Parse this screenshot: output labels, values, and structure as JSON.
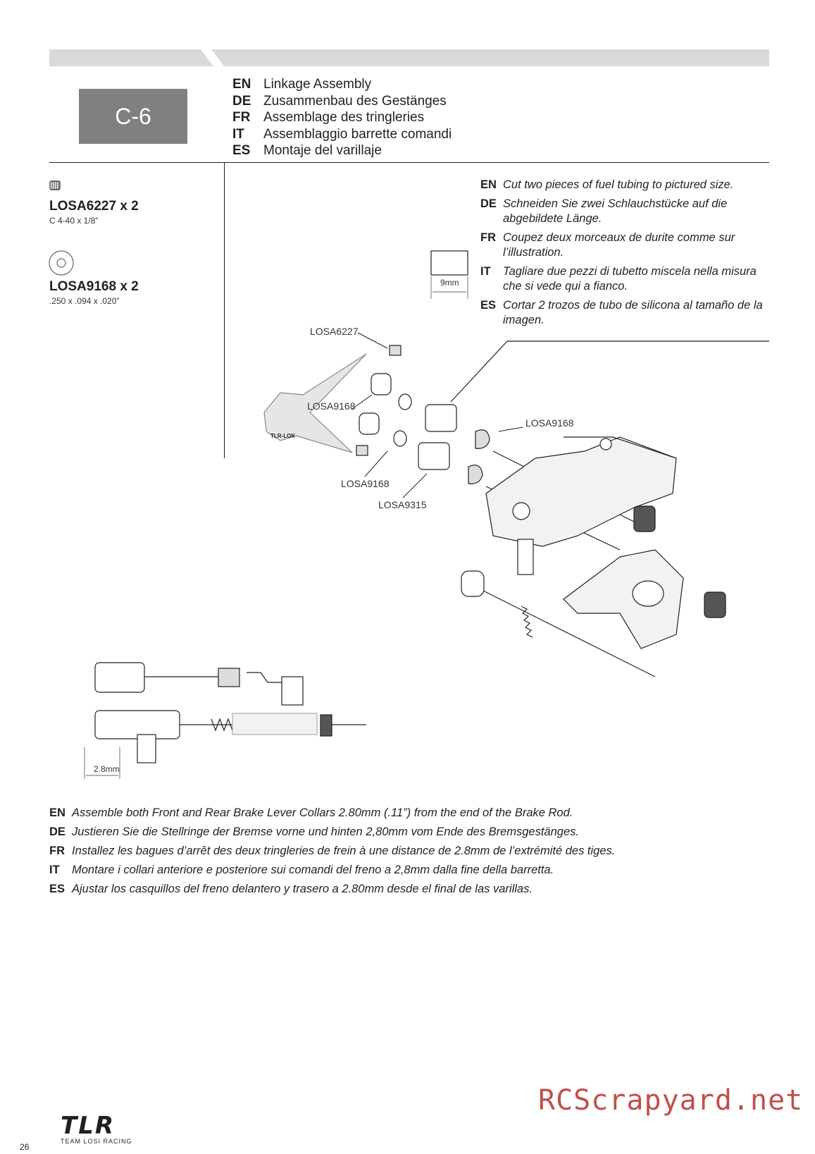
{
  "step": {
    "label": "C-6"
  },
  "titles": [
    {
      "code": "EN",
      "text": "Linkage Assembly"
    },
    {
      "code": "DE",
      "text": "Zusammenbau des Gestänges"
    },
    {
      "code": "FR",
      "text": "Assemblage des tringleries"
    },
    {
      "code": "IT",
      "text": "Assemblaggio barrette comandi"
    },
    {
      "code": "ES",
      "text": "Montaje del varillaje"
    }
  ],
  "parts": [
    {
      "name": "LOSA6227 x 2",
      "spec": "C 4-40 x 1/8”",
      "icon": "set-screw-icon"
    },
    {
      "name": "LOSA9168 x 2",
      "spec": ".250 x .094 x .020”",
      "icon": "washer-icon"
    }
  ],
  "cut_instructions": [
    {
      "code": "EN",
      "text": "Cut two pieces of fuel tubing to pictured size."
    },
    {
      "code": "DE",
      "text": "Schneiden Sie zwei Schlauchstücke auf die abgebildete Länge."
    },
    {
      "code": "FR",
      "text": "Coupez deux morceaux de durite comme sur l’illustration."
    },
    {
      "code": "IT",
      "text": "Tagliare due pezzi di tubetto miscela nella misura che si vede qui a fianco."
    },
    {
      "code": "ES",
      "text": "Cortar 2 trozos de tubo de silicona al tamaño de la imagen."
    }
  ],
  "diagram": {
    "tube_size": "9mm",
    "callouts": {
      "top_screw": "LOSA6227",
      "left_washer_1": "LOSA9168",
      "right_washer": "LOSA9168",
      "left_washer_2": "LOSA9168",
      "tubing": "LOSA9315"
    },
    "tlr_lok": "TLR-LOK",
    "detail_dimension": "2.8mm"
  },
  "assembly_instructions": [
    {
      "code": "EN",
      "text": "Assemble both Front and Rear Brake Lever Collars 2.80mm (.11”) from the end of the Brake Rod."
    },
    {
      "code": "DE",
      "text": "Justieren Sie die Stellringe der Bremse vorne und hinten 2,80mm vom Ende des Bremsgestänges."
    },
    {
      "code": "FR",
      "text": "Installez les bagues d’arrêt des deux tringleries de frein à une distance de 2.8mm de l’extrémité des tiges."
    },
    {
      "code": "IT",
      "text": "Montare i collari anteriore e posteriore sui comandi del freno a 2,8mm dalla fine della barretta."
    },
    {
      "code": "ES",
      "text": "Ajustar los casquillos del freno delantero y trasero a 2.80mm desde el final de las varillas."
    }
  ],
  "footer": {
    "page_number": "26",
    "logo_text": "TLR",
    "logo_subtext": "TEAM LOSI RACING",
    "watermark": "RCScrapyard.net"
  }
}
